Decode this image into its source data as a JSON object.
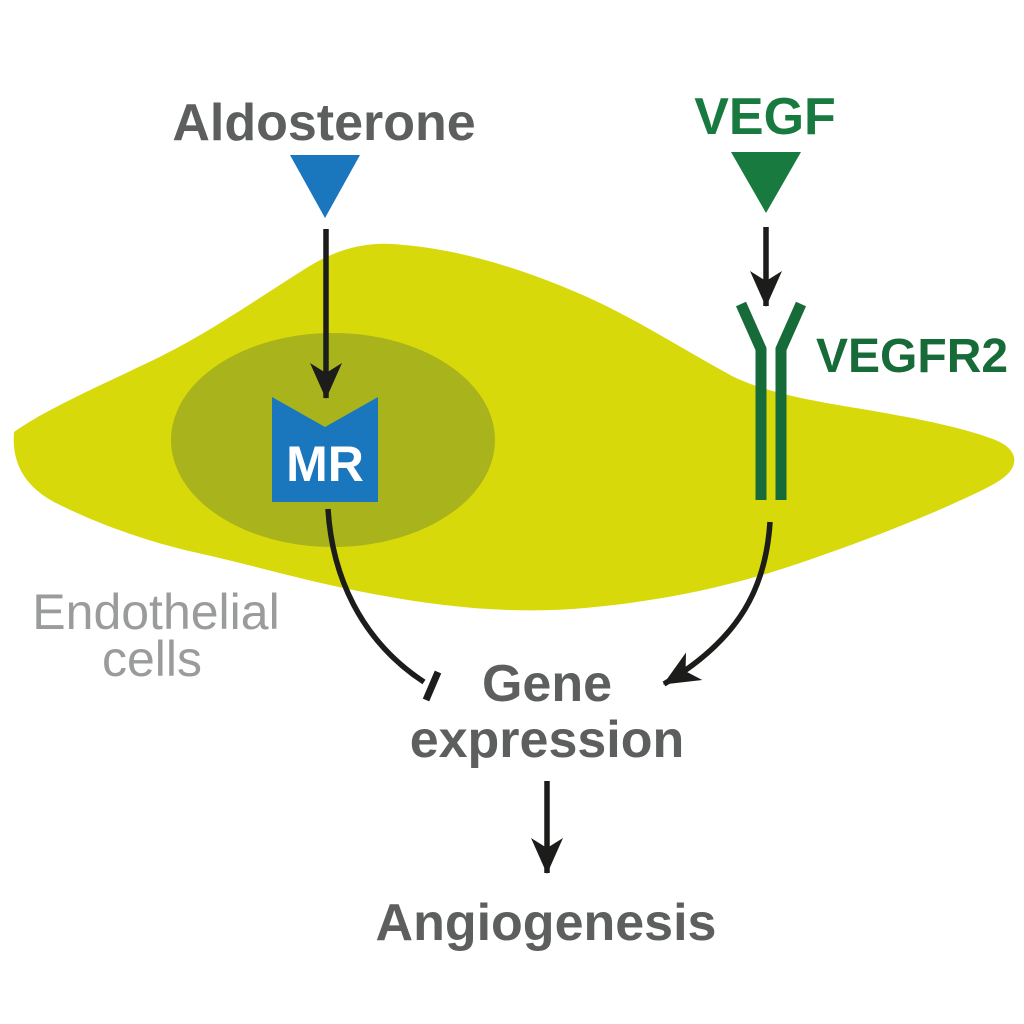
{
  "diagram": {
    "labels": {
      "aldosterone": "Aldosterone",
      "vegf": "VEGF",
      "vegfr2": "VEGFR2",
      "mr": "MR",
      "endothelial_line1": "Endothelial",
      "endothelial_line2": "cells",
      "gene_line1": "Gene",
      "gene_line2": "expression",
      "angiogenesis": "Angiogenesis"
    },
    "relationships": {
      "aldosterone_to_mr": "activates",
      "vegf_to_vegfr2": "activates",
      "mr_to_gene_expression": "inhibits",
      "vegfr2_to_gene_expression": "activates",
      "gene_expression_to_angiogenesis": "leads-to"
    }
  },
  "colors": {
    "background": "#ffffff",
    "cell_body": "#d7d90a",
    "nucleus": "#a9b41d",
    "receptor_blue": "#1a77be",
    "ligand_green": "#187a3e",
    "receptor_green": "#166b38",
    "label_dark_gray": "#5d5e5e",
    "label_light_gray": "#9a9b9b",
    "mr_text_white": "#ffffff",
    "arrow_black": "#1c1c1a"
  }
}
